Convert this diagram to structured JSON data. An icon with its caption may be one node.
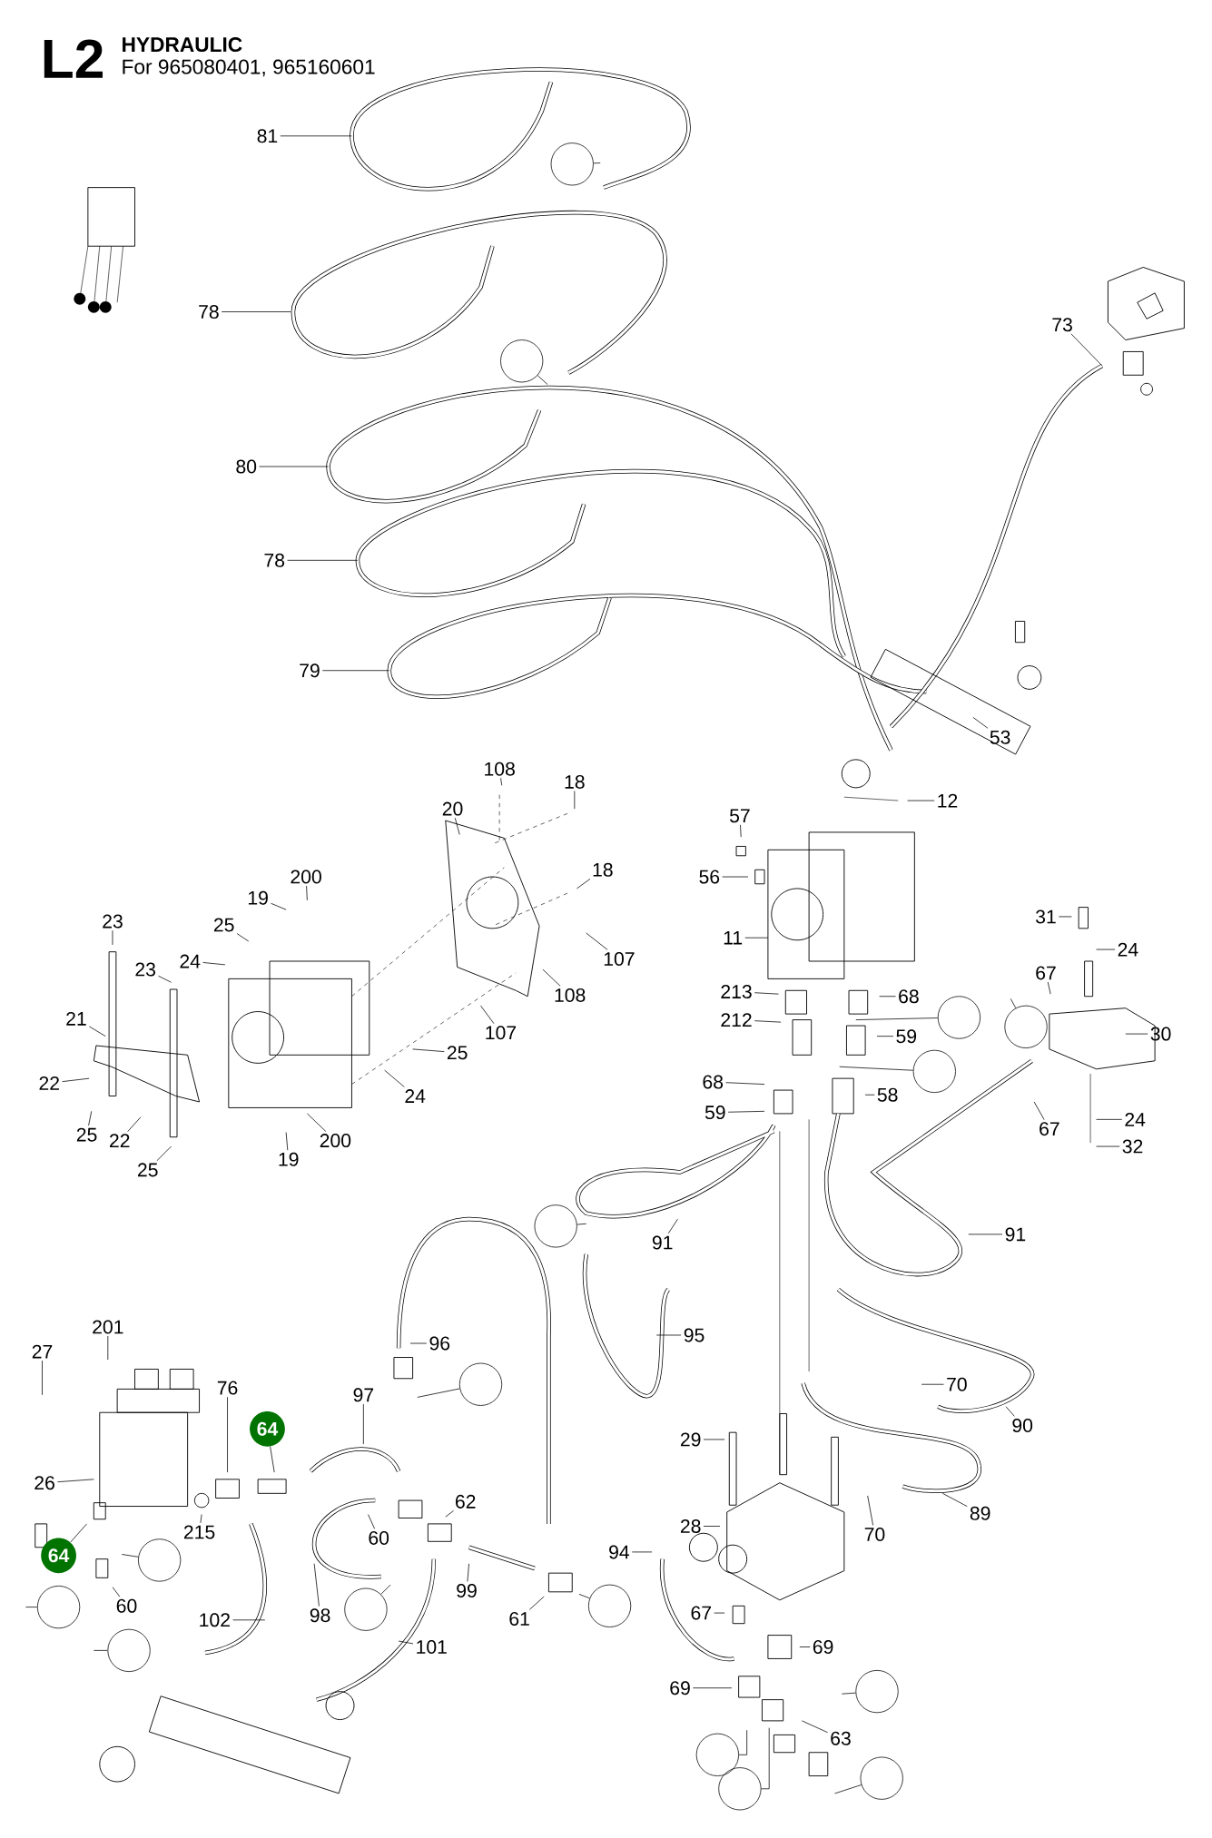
{
  "diagram": {
    "title": "HYDRAULIC",
    "nodes": [
      {
        "text": [
          "81"
        ]
      },
      {
        "text": [],
        "shape": "circle"
      },
      {
        "text": [
          "78"
        ]
      },
      {
        "text": [
          "73"
        ]
      },
      {
        "text": [],
        "shape": "circle"
      },
      {
        "text": [
          "80"
        ]
      },
      {
        "text": [
          "78"
        ]
      },
      {
        "text": [
          "79"
        ]
      },
      {
        "text": [
          "53"
        ]
      },
      {
        "text": [
          "108"
        ]
      },
      {
        "text": [
          "18"
        ]
      },
      {
        "text": [
          "12"
        ]
      },
      {
        "text": [
          "20"
        ]
      },
      {
        "text": [
          "57"
        ]
      },
      {
        "text": [
          "18"
        ]
      },
      {
        "text": [
          "200"
        ]
      },
      {
        "text": [
          "56"
        ]
      },
      {
        "text": [
          "19"
        ]
      },
      {
        "text": [
          "31"
        ]
      },
      {
        "text": [
          "23"
        ]
      },
      {
        "text": [
          "25"
        ]
      },
      {
        "text": [
          "11"
        ]
      },
      {
        "text": [
          "24"
        ]
      },
      {
        "text": [
          "107"
        ]
      },
      {
        "text": [
          "24"
        ]
      },
      {
        "text": [
          "23"
        ]
      },
      {
        "text": [
          "67"
        ]
      },
      {
        "text": [
          "213"
        ]
      },
      {
        "text": [
          "108"
        ]
      },
      {
        "text": [
          "68"
        ]
      },
      {
        "text": [],
        "shape": "circle"
      },
      {
        "text": [
          "21"
        ]
      },
      {
        "text": [
          "212"
        ]
      },
      {
        "text": [],
        "shape": "circle"
      },
      {
        "text": [
          "107"
        ]
      },
      {
        "text": [
          "30"
        ]
      },
      {
        "text": [
          "59"
        ]
      },
      {
        "text": [
          "25"
        ]
      },
      {
        "text": [],
        "shape": "circle"
      },
      {
        "text": [
          "68"
        ]
      },
      {
        "text": [
          "22"
        ]
      },
      {
        "text": [
          "58"
        ]
      },
      {
        "text": [
          "24"
        ]
      },
      {
        "text": [
          "59"
        ]
      },
      {
        "text": [
          "24"
        ]
      },
      {
        "text": [
          "67"
        ]
      },
      {
        "text": [
          "25"
        ]
      },
      {
        "text": [
          "22"
        ]
      },
      {
        "text": [
          "200"
        ]
      },
      {
        "text": [
          "32"
        ]
      },
      {
        "text": [
          "19"
        ]
      },
      {
        "text": [
          "25"
        ]
      },
      {
        "text": [],
        "shape": "circle"
      },
      {
        "text": [
          "91"
        ]
      },
      {
        "text": [
          "91"
        ]
      },
      {
        "text": [
          "201"
        ]
      },
      {
        "text": [
          "95"
        ]
      },
      {
        "text": [
          "96"
        ]
      },
      {
        "text": [
          "27"
        ]
      },
      {
        "text": [],
        "shape": "circle"
      },
      {
        "text": [
          "70"
        ]
      },
      {
        "text": [
          "76"
        ]
      },
      {
        "text": [
          "97"
        ]
      },
      {
        "text": [
          "90"
        ]
      },
      {
        "text": [
          "64"
        ]
      },
      {
        "text": [
          "29"
        ]
      },
      {
        "text": [
          "26"
        ]
      },
      {
        "text": [
          "62"
        ]
      },
      {
        "text": [
          "89"
        ]
      },
      {
        "text": [
          "28"
        ]
      },
      {
        "text": [
          "215"
        ]
      },
      {
        "text": [
          "70"
        ]
      },
      {
        "text": [
          "60"
        ]
      },
      {
        "text": [
          "94"
        ]
      },
      {
        "text": [
          "64"
        ]
      },
      {
        "text": [],
        "shape": "circle"
      },
      {
        "text": [
          "99"
        ]
      },
      {
        "text": [
          "60"
        ]
      },
      {
        "text": [],
        "shape": "circle"
      },
      {
        "text": [],
        "shape": "circle"
      },
      {
        "text": [],
        "shape": "circle"
      },
      {
        "text": [
          "67"
        ]
      },
      {
        "text": [
          "98"
        ]
      },
      {
        "text": [
          "61"
        ]
      },
      {
        "text": [
          "102"
        ]
      },
      {
        "text": [
          "101"
        ]
      },
      {
        "text": [
          "69"
        ]
      },
      {
        "text": [],
        "shape": "circle"
      },
      {
        "text": [
          "69"
        ]
      },
      {
        "text": [],
        "shape": "circle"
      },
      {
        "text": [
          "63"
        ]
      },
      {
        "text": [],
        "shape": "circle"
      },
      {
        "text": [],
        "shape": "circle"
      },
      {
        "text": [],
        "shape": "circle"
      }
    ],
    "edges": [
      {
        "from": 0,
        "to": null,
        "arrow": "none"
      },
      {
        "from": 1,
        "to": null,
        "arrow": "none"
      },
      {
        "from": 2,
        "to": null,
        "arrow": "none"
      },
      {
        "from": 3,
        "to": null,
        "arrow": "none"
      },
      {
        "from": 4,
        "to": null,
        "arrow": "none"
      },
      {
        "from": 5,
        "to": null,
        "arrow": "none"
      },
      {
        "from": 6,
        "to": null,
        "arrow": "none"
      },
      {
        "from": 7,
        "to": null,
        "arrow": "none"
      },
      {
        "from": 8,
        "to": null,
        "arrow": "none"
      },
      {
        "from": 9,
        "to": null,
        "arrow": "none"
      },
      {
        "from": 10,
        "to": null,
        "arrow": "none"
      },
      {
        "from": 11,
        "to": null,
        "arrow": "none"
      },
      {
        "from": 12,
        "to": null,
        "arrow": "none"
      },
      {
        "from": 13,
        "to": null,
        "arrow": "none"
      },
      {
        "from": 14,
        "to": null,
        "arrow": "none"
      },
      {
        "from": 15,
        "to": null,
        "arrow": "none"
      },
      {
        "from": 16,
        "to": null,
        "arrow": "none"
      },
      {
        "from": 17,
        "to": null,
        "arrow": "none"
      },
      {
        "from": 18,
        "to": null,
        "arrow": "none"
      },
      {
        "from": 19,
        "to": null,
        "arrow": "none"
      },
      {
        "from": 20,
        "to": null,
        "arrow": "none"
      },
      {
        "from": 21,
        "to": null,
        "arrow": "none"
      },
      {
        "from": 22,
        "to": null,
        "arrow": "none"
      },
      {
        "from": 23,
        "to": null,
        "arrow": "none"
      },
      {
        "from": 24,
        "to": null,
        "arrow": "none"
      },
      {
        "from": 25,
        "to": null,
        "arrow": "none"
      },
      {
        "from": 26,
        "to": null,
        "arrow": "none"
      },
      {
        "from": 27,
        "to": null,
        "arrow": "none"
      },
      {
        "from": 28,
        "to": null,
        "arrow": "none"
      },
      {
        "from": 29,
        "to": null,
        "arrow": "none"
      },
      {
        "from": 30,
        "to": null,
        "arrow": "none"
      },
      {
        "from": 31,
        "to": null,
        "arrow": "none"
      },
      {
        "from": 32,
        "to": null,
        "arrow": "none"
      },
      {
        "from": 33,
        "to": null,
        "arrow": "none"
      },
      {
        "from": 34,
        "to": null,
        "arrow": "none"
      },
      {
        "from": 35,
        "to": null,
        "arrow": "none"
      },
      {
        "from": 36,
        "to": null,
        "arrow": "none"
      },
      {
        "from": 37,
        "to": null,
        "arrow": "none"
      },
      {
        "from": 38,
        "to": null,
        "arrow": "none"
      },
      {
        "from": 39,
        "to": null,
        "arrow": "none"
      },
      {
        "from": 40,
        "to": null,
        "arrow": "none"
      },
      {
        "from": 41,
        "to": null,
        "arrow": "none"
      },
      {
        "from": 42,
        "to": null,
        "arrow": "none"
      },
      {
        "from": 43,
        "to": null,
        "arrow": "none"
      },
      {
        "from": 44,
        "to": null,
        "arrow": "none"
      },
      {
        "from": 45,
        "to": null,
        "arrow": "none"
      },
      {
        "from": 46,
        "to": null,
        "arrow": "none"
      },
      {
        "from": 47,
        "to": null,
        "arrow": "none"
      },
      {
        "from": 48,
        "to": null,
        "arrow": "none"
      },
      {
        "from": 49,
        "to": null,
        "arrow": "none"
      },
      {
        "from": 50,
        "to": null,
        "arrow": "none"
      },
      {
        "from": 51,
        "to": null,
        "arrow": "none"
      },
      {
        "from": 52,
        "to": null,
        "arrow": "none"
      },
      {
        "from": 53,
        "to": null,
        "arrow": "none"
      },
      {
        "from": 54,
        "to": null,
        "arrow": "none"
      },
      {
        "from": 55,
        "to": null,
        "arrow": "none"
      },
      {
        "from": 56,
        "to": null,
        "arrow": "none"
      },
      {
        "from": 57,
        "to": null,
        "arrow": "none"
      },
      {
        "from": 58,
        "to": null,
        "arrow": "none"
      },
      {
        "from": 59,
        "to": null,
        "arrow": "none"
      },
      {
        "from": 60,
        "to": null,
        "arrow": "none"
      },
      {
        "from": 61,
        "to": null,
        "arrow": "none"
      },
      {
        "from": 62,
        "to": null,
        "arrow": "none"
      },
      {
        "from": 63,
        "to": null,
        "arrow": "none"
      },
      {
        "from": 64,
        "to": null,
        "arrow": "none"
      },
      {
        "from": 65,
        "to": null,
        "arrow": "none"
      },
      {
        "from": 66,
        "to": null,
        "arrow": "none"
      },
      {
        "from": 67,
        "to": null,
        "arrow": "none"
      },
      {
        "from": 68,
        "to": null,
        "arrow": "none"
      },
      {
        "from": 69,
        "to": null,
        "arrow": "none"
      },
      {
        "from": 70,
        "to": null,
        "arrow": "none"
      },
      {
        "from": 71,
        "to": null,
        "arrow": "none"
      },
      {
        "from": 72,
        "to": null,
        "arrow": "none"
      },
      {
        "from": 73,
        "to": null,
        "arrow": "none"
      },
      {
        "from": 74,
        "to": null,
        "arrow": "none"
      },
      {
        "from": 75,
        "to": null,
        "arrow": "none"
      },
      {
        "from": 76,
        "to": null,
        "arrow": "none"
      },
      {
        "from": 77,
        "to": null,
        "arrow": "none"
      },
      {
        "from": 78,
        "to": null,
        "arrow": "none"
      },
      {
        "from": 79,
        "to": null,
        "arrow": "none"
      },
      {
        "from": 80,
        "to": null,
        "arrow": "none"
      },
      {
        "from": 81,
        "to": null,
        "arrow": "none"
      },
      {
        "from": 82,
        "to": null,
        "arrow": "none"
      },
      {
        "from": 83,
        "to": null,
        "arrow": "none"
      },
      {
        "from": 84,
        "to": null,
        "arrow": "none"
      },
      {
        "from": 85,
        "to": null,
        "arrow": "none"
      },
      {
        "from": 86,
        "to": null,
        "arrow": "none"
      },
      {
        "from": 87,
        "to": null,
        "arrow": "none"
      },
      {
        "from": 88,
        "to": null,
        "arrow": "none"
      },
      {
        "from": 89,
        "to": null,
        "arrow": "none"
      },
      {
        "from": 90,
        "to": null,
        "arrow": "none"
      },
      {
        "from": 91,
        "to": null,
        "arrow": "none"
      },
      {
        "from": 92,
        "to": null,
        "arrow": "none"
      },
      {
        "from": 93,
        "to": null,
        "arrow": "none"
      }
    ],
    "labels": [
      "L2",
      "For 965080401, 965160601"
    ]
  }
}
